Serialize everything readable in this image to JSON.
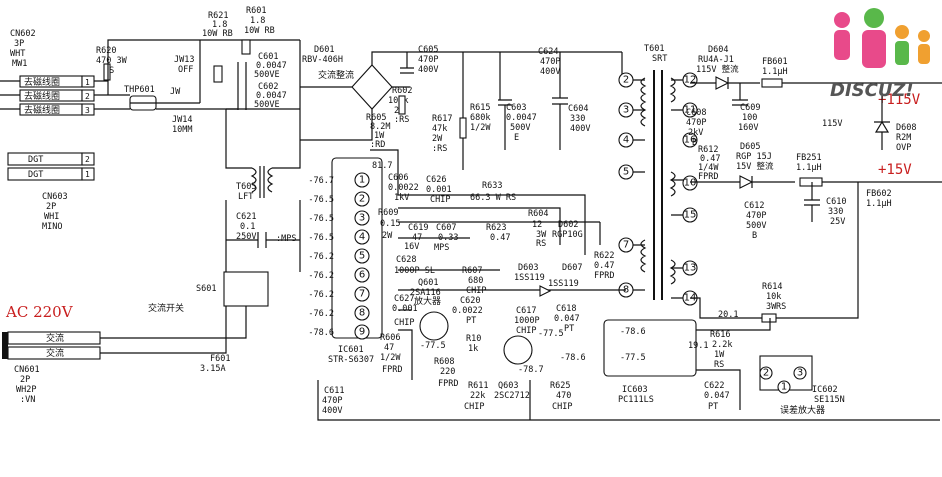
{
  "watermark": {
    "text": "DISCUZ!",
    "colors": [
      "#e84a8a",
      "#59b84a",
      "#f0a030"
    ]
  },
  "power_labels": {
    "v115": "+115V",
    "v15": "+15V",
    "ac220": "AC 220V"
  },
  "connectors": {
    "cn602": {
      "name": "CN602",
      "pins": "3P",
      "color": "WHT",
      "sub": "MW1",
      "lines": [
        "去磁线圈",
        "去磁线圈",
        "去磁线圈"
      ],
      "pin_nums": [
        "1",
        "2",
        "3"
      ]
    },
    "cn603": {
      "name": "CN603",
      "pins": "2P",
      "color": "WHI",
      "sub": "MINO",
      "lines": [
        "DGT",
        "DGT"
      ],
      "pin_nums": [
        "2",
        "1"
      ]
    },
    "cn601": {
      "name": "CN601",
      "pins": "2P",
      "color": "WH2P",
      "sub": ":VN",
      "lines": [
        "交流",
        "交流"
      ]
    }
  },
  "components": {
    "r620": [
      "R620",
      "470 3W",
      "RS"
    ],
    "thp601": "THP601",
    "jw": "JW",
    "jw14": [
      "JW14",
      "10MM"
    ],
    "jw13": [
      "JW13",
      "OFF"
    ],
    "r621": [
      "R621",
      "1.8",
      "10W RB"
    ],
    "r601": [
      "R601",
      "1.8",
      "10W RB"
    ],
    "c601": [
      "C601",
      "0.0047",
      "500VE"
    ],
    "c602": [
      "C602",
      "0.0047",
      "500VE"
    ],
    "d601": [
      "D601",
      "RBV-406H"
    ],
    "d601_note": "交流整流",
    "c605": [
      "C605",
      "470P",
      "400V"
    ],
    "c624": [
      "C624",
      "470P",
      "400V"
    ],
    "r602": [
      "R602",
      "100k",
      "2W",
      ":RS"
    ],
    "r605": [
      "R605",
      "8.2M",
      "1W",
      ":RD"
    ],
    "r617": [
      "R617",
      "47k",
      "2W",
      ":RS"
    ],
    "r615": [
      "R615",
      "680k",
      "1/2W"
    ],
    "c603": [
      "C603",
      "0.0047",
      "500V",
      "E"
    ],
    "c604": [
      "C604",
      "330",
      "400V"
    ],
    "t601": [
      "T601",
      "SRT"
    ],
    "d604": [
      "D604",
      "RU4A-J1",
      "115V 整流"
    ],
    "fb601": [
      "FB601",
      "1.1μH"
    ],
    "c608": [
      "C608",
      "470P",
      "2kV",
      "B"
    ],
    "c609": [
      "C609",
      "100",
      "160V"
    ],
    "d608": [
      "D608",
      "R2M",
      "OVP"
    ],
    "v115_node": "115V",
    "r612": [
      "R612",
      "0.47",
      "1/4W",
      "FPRD"
    ],
    "d605": [
      "D605",
      "RGP 15J",
      "15V 整流"
    ],
    "fb251": [
      "FB251",
      "1.1μH"
    ],
    "c612": [
      "C612",
      "470P",
      "500V",
      "B"
    ],
    "c610": [
      "C610",
      "330",
      "25V"
    ],
    "fb602": [
      "FB602",
      "1.1μH"
    ],
    "t605": [
      "T605",
      "LFT"
    ],
    "c621": [
      "C621",
      "0.1",
      "250V",
      ":MPS"
    ],
    "s601": "S601",
    "s601_note": "交流开关",
    "f601": [
      "F601",
      "3.15A"
    ],
    "ic601": [
      "IC601",
      "STR-S6307"
    ],
    "v81_7": "81.7",
    "c606": [
      "C606",
      "0.0022",
      "1kV"
    ],
    "c626": [
      "C626",
      "0.001",
      "CHIP"
    ],
    "r633": [
      "R633",
      "66.3 W RS"
    ],
    "r609": [
      "R609",
      "0.15",
      "2W"
    ],
    "c619": [
      "C619",
      "47",
      "16V"
    ],
    "c607": [
      "C607",
      "0.33",
      "MPS"
    ],
    "r623": [
      "R623",
      "0.47"
    ],
    "r604": [
      "R604",
      "12",
      "3W",
      "RS"
    ],
    "d602": [
      "D602",
      "RGP10G"
    ],
    "c628": [
      "C628",
      "1000P SL"
    ],
    "r607": [
      "R607",
      "680",
      "CHIP"
    ],
    "d603": [
      "D603",
      "1SS119"
    ],
    "d607": [
      "D607",
      "1SS119"
    ],
    "r622": [
      "R622",
      "0.47",
      "FPRD"
    ],
    "q601": [
      "Q601",
      "2SA116",
      "放大器"
    ],
    "c627": [
      "C627",
      "0.001",
      "CHIP"
    ],
    "c620": [
      "C620",
      "0.0022",
      "PT"
    ],
    "c617": [
      "C617",
      "1000P",
      "CHIP"
    ],
    "c618": [
      "C618",
      "0.047",
      "PT"
    ],
    "r606": [
      "R606",
      "47",
      "1/2W",
      "FPRD"
    ],
    "r608": [
      "R608",
      "220",
      "FPRD"
    ],
    "r10": [
      "R10",
      "1k"
    ],
    "r611": [
      "R611",
      "22k",
      "CHIP"
    ],
    "q603": [
      "Q603",
      "2SC2712"
    ],
    "r625": [
      "R625",
      "470",
      "CHIP"
    ],
    "c611": [
      "C611",
      "470P",
      "400V"
    ],
    "ic603": [
      "IC603",
      "PC111LS"
    ],
    "c622": [
      "C622",
      "0.047",
      "PT"
    ],
    "r616": [
      "R616",
      "2.2k",
      "1W",
      "RS"
    ],
    "r614": [
      "R614",
      "10k",
      "3W",
      "RS"
    ],
    "ic602": [
      "IC602",
      "SE115N",
      "误差放大器"
    ],
    "v20_1": "20.1"
  },
  "ic601_pins": [
    {
      "n": "1",
      "v": "-76.7"
    },
    {
      "n": "2",
      "v": "-76.5"
    },
    {
      "n": "3",
      "v": "-76.5"
    },
    {
      "n": "4",
      "v": "-76.5"
    },
    {
      "n": "5",
      "v": "-76.2"
    },
    {
      "n": "6",
      "v": "-76.2"
    },
    {
      "n": "7",
      "v": "-76.2"
    },
    {
      "n": "8",
      "v": "-76.2"
    },
    {
      "n": "9",
      "v": "-78.6"
    }
  ],
  "transformer_pins": [
    "2",
    "3",
    "4",
    "5",
    "7",
    "8",
    "12",
    "11",
    "10",
    "15",
    "13",
    "14",
    "16"
  ],
  "voltages": {
    "q601_e": "-77.5",
    "q603_c": "-77.5",
    "q603_e": "-78.7",
    "ic603_a": "-78.6",
    "ic603_b": "-78.6",
    "ic603_c": "-77.5",
    "ic603_k": "19.1"
  },
  "ic602_pins": [
    "2",
    "1",
    "3"
  ]
}
